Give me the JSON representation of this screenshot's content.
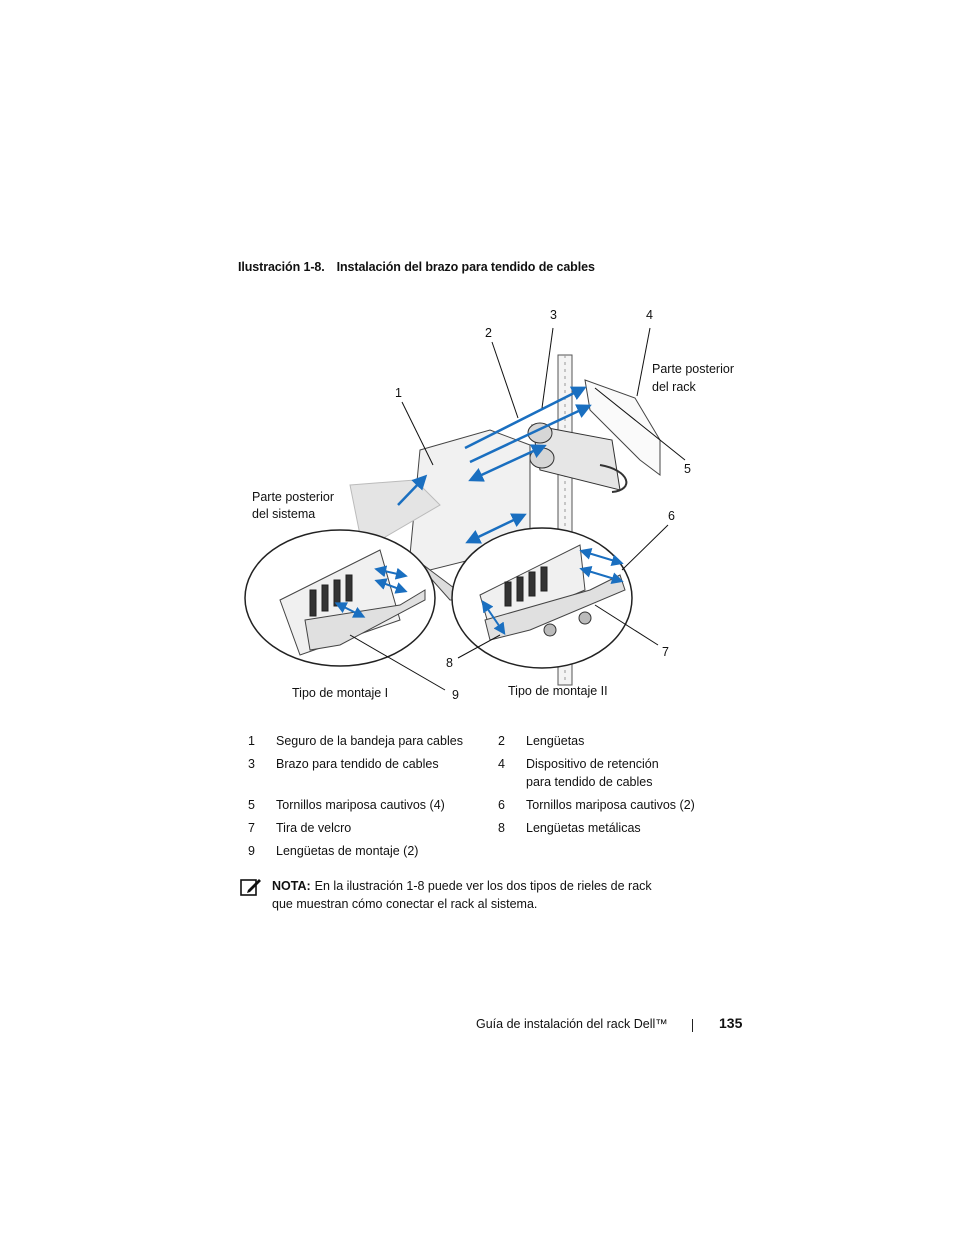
{
  "caption": {
    "label": "Ilustración 1-8.",
    "title": "Instalación del brazo para tendido de cables"
  },
  "figure": {
    "callouts": [
      "1",
      "2",
      "3",
      "4",
      "5",
      "6",
      "7",
      "8",
      "9"
    ],
    "labels": {
      "rack_back_1": "Parte posterior",
      "rack_back_2": "del rack",
      "system_back_1": "Parte posterior",
      "system_back_2": "del sistema",
      "mount_type_1": "Tipo de montaje I",
      "mount_type_2": "Tipo de montaje II"
    },
    "arrow_color": "#1a6fc0"
  },
  "legend": [
    {
      "num": "1",
      "text": "Seguro de la bandeja para cables"
    },
    {
      "num": "2",
      "text": "Lengüetas"
    },
    {
      "num": "3",
      "text": "Brazo para tendido de cables"
    },
    {
      "num": "4",
      "text": "Dispositivo de retención para tendido de cables"
    },
    {
      "num": "5",
      "text": "Tornillos mariposa cautivos (4)"
    },
    {
      "num": "6",
      "text": "Tornillos mariposa cautivos (2)"
    },
    {
      "num": "7",
      "text": "Tira de velcro"
    },
    {
      "num": "8",
      "text": "Lengüetas metálicas"
    },
    {
      "num": "9",
      "text": "Lengüetas de montaje (2)"
    }
  ],
  "note": {
    "icon": "pencil-note-icon",
    "label": "NOTA:",
    "line1": "En la ilustración 1-8 puede ver los dos tipos de rieles de rack",
    "line2": "que muestran cómo conectar el rack al sistema."
  },
  "footer": {
    "title": "Guía de instalación del rack Dell™",
    "page": "135"
  }
}
